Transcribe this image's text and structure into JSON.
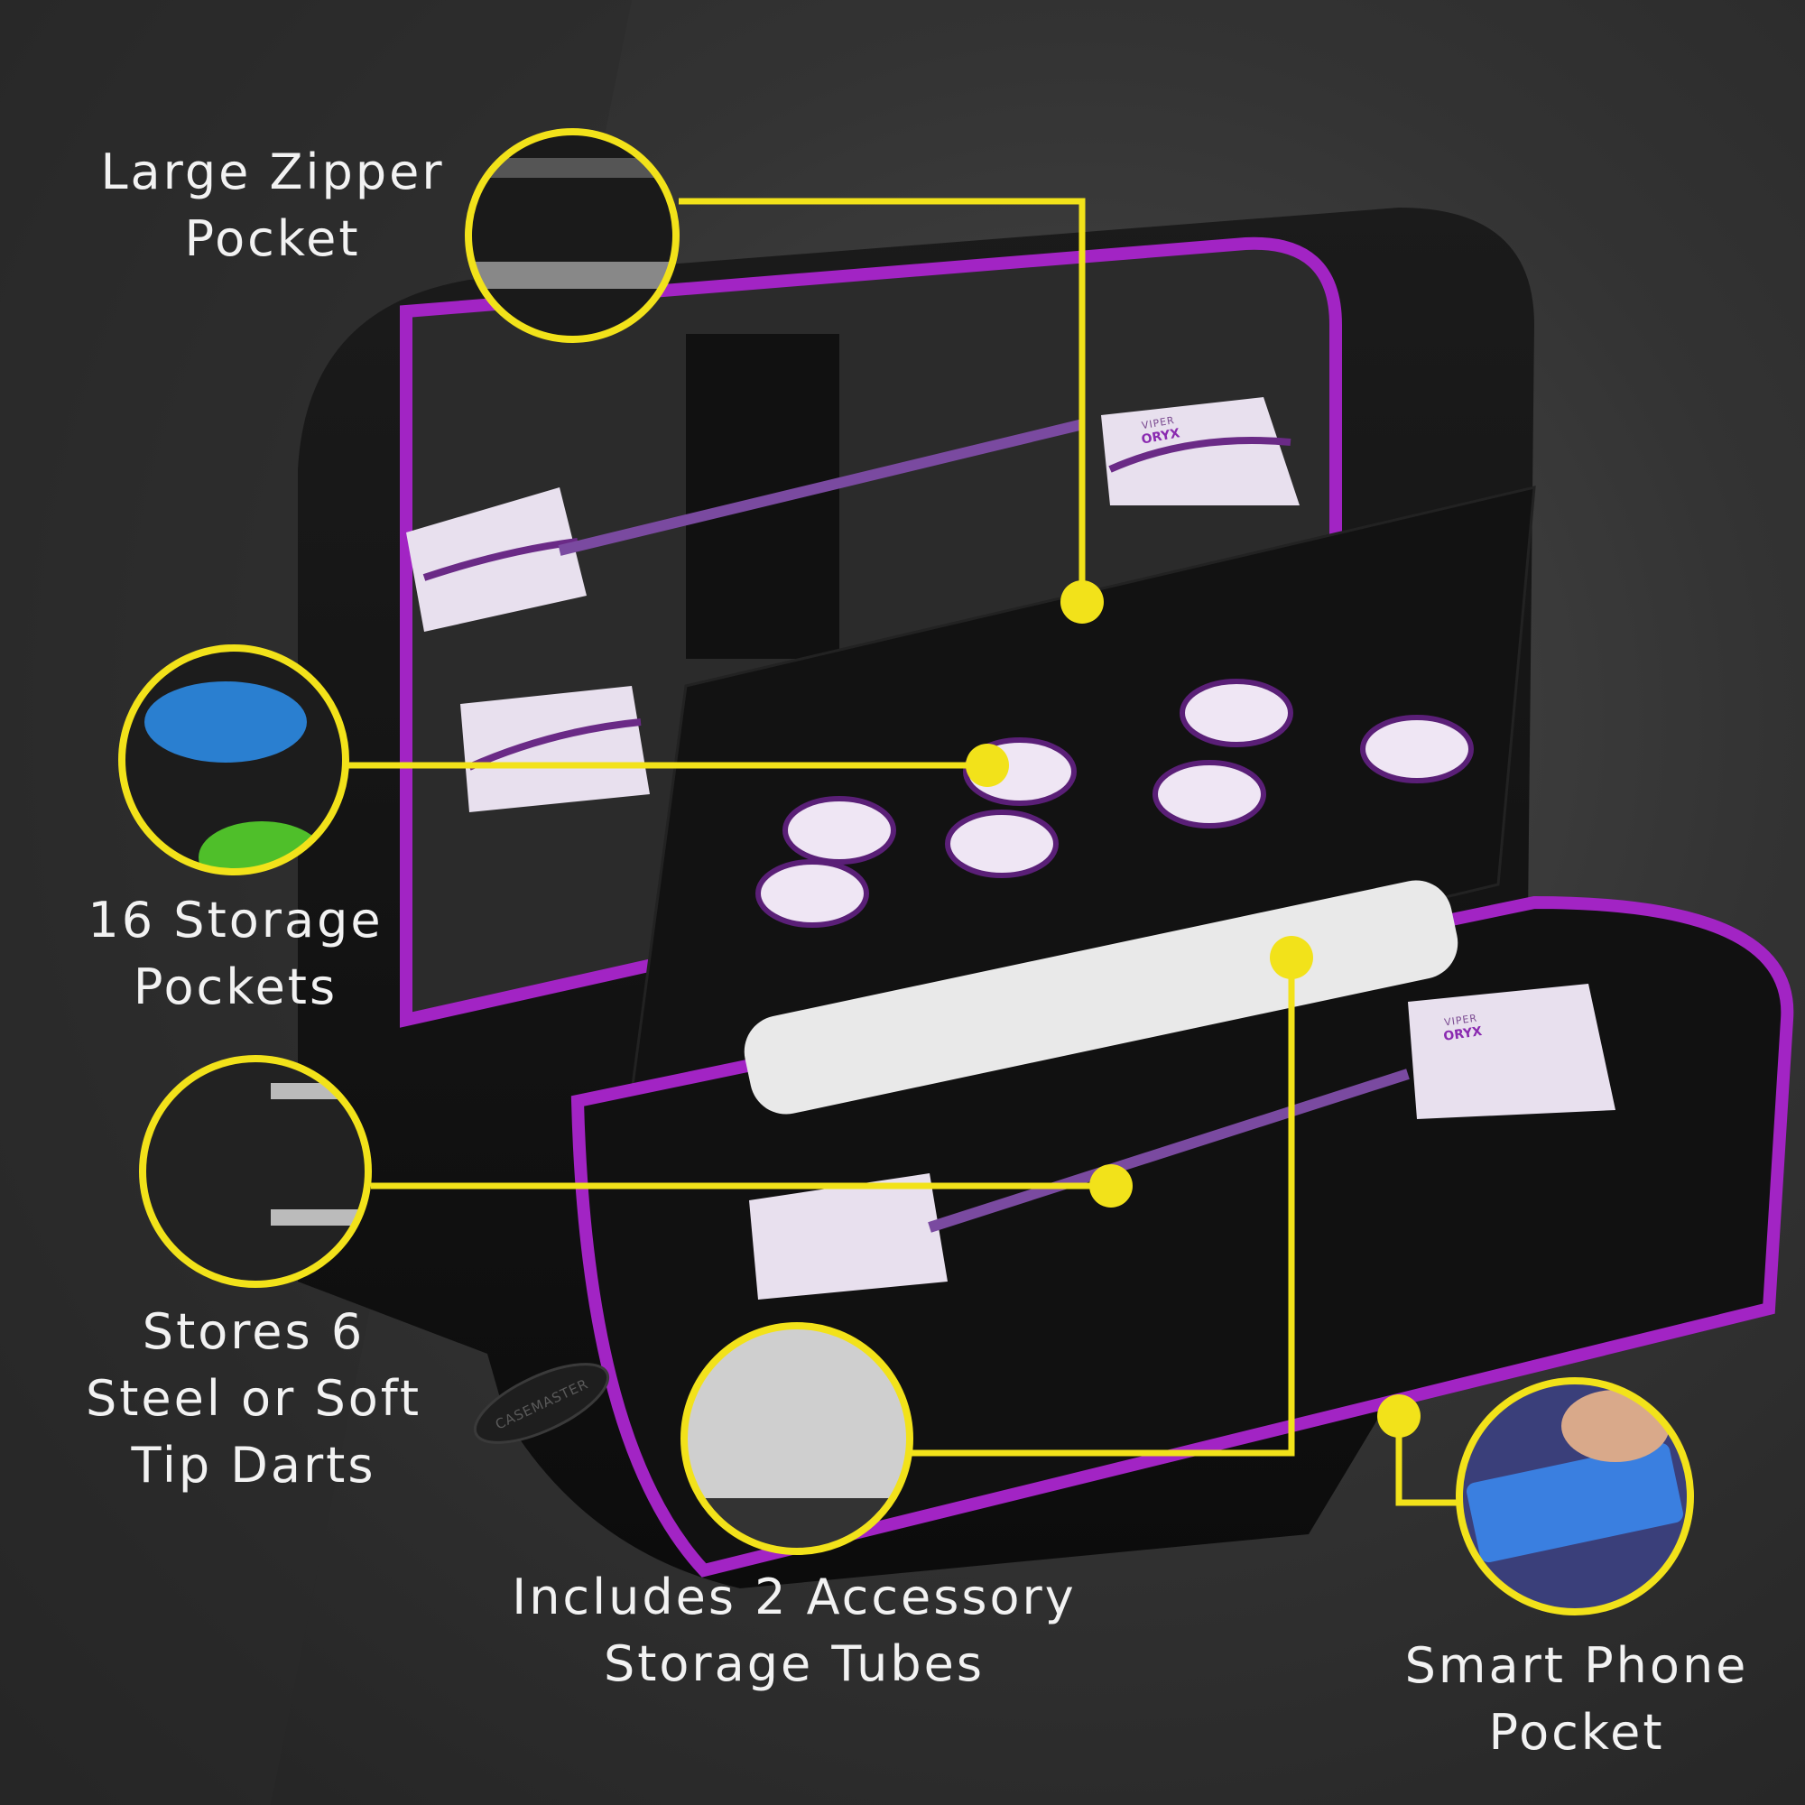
{
  "accent_color": "#f2e21a",
  "case_trim_color": "#a224c4",
  "callouts": [
    {
      "lines": [
        "Large Zipper",
        "Pocket"
      ],
      "icon": "zipper-closeup"
    },
    {
      "lines": [
        "16 Storage",
        "Pockets"
      ],
      "icon": "flight-pockets-closeup"
    },
    {
      "lines": [
        "Stores 6",
        "Steel or Soft",
        "Tip Darts"
      ],
      "icon": "dart-holder-closeup"
    },
    {
      "lines": [
        "Includes 2 Accessory",
        "Storage Tubes"
      ],
      "icon": "tips-tube-closeup"
    },
    {
      "lines": [
        "Smart Phone",
        "Pocket"
      ],
      "icon": "phone-closeup"
    }
  ],
  "product": {
    "flight_brand": "VIPER",
    "flight_model": "ORYX",
    "case_brand": "CASEMASTER"
  }
}
